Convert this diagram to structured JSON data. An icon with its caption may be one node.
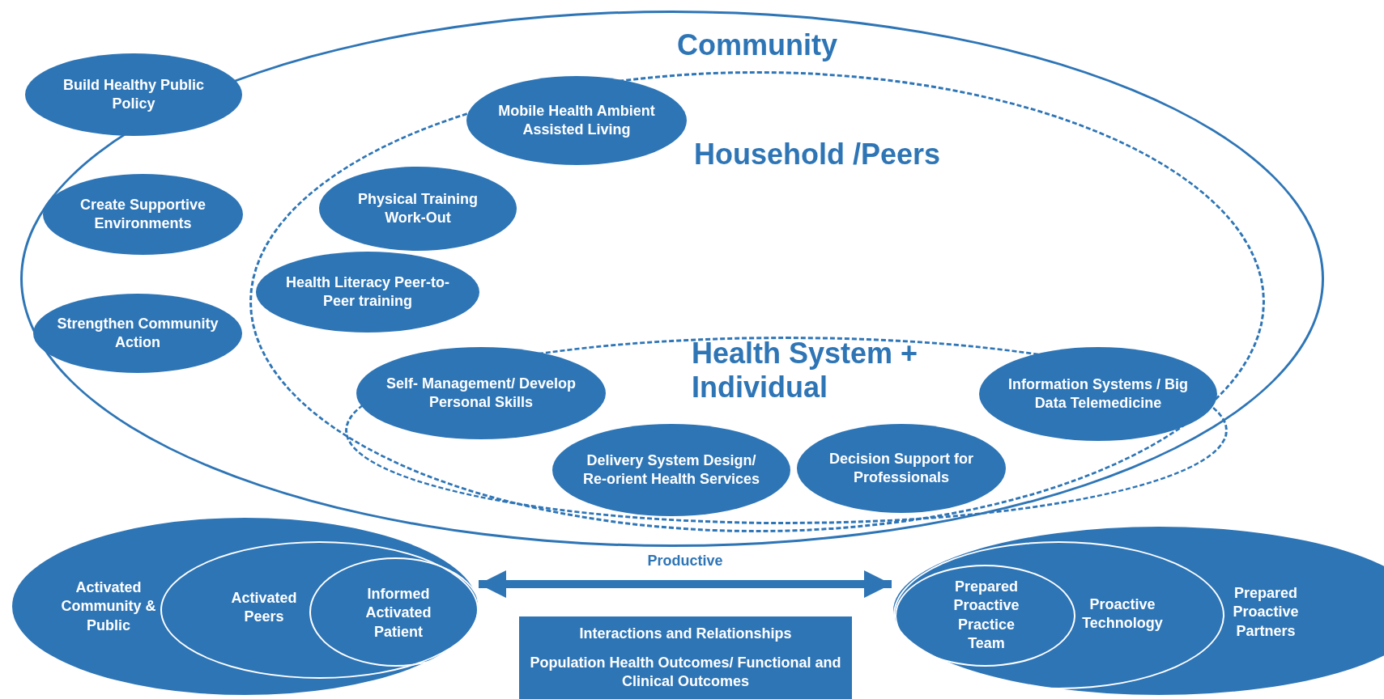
{
  "diagram": {
    "nodes": [
      {
        "text": [
          "Community"
        ]
      },
      {
        "text": [
          "Household /Peers"
        ],
        "in": 0
      },
      {
        "text": [
          "Health System + Individual"
        ],
        "in": 1
      },
      {
        "text": [
          "Build Healthy Public Policy"
        ],
        "in": 0
      },
      {
        "text": [
          "Mobile Health Ambient Assisted Living"
        ],
        "in": 1
      },
      {
        "text": [
          "Physical Training Work-Out"
        ],
        "in": 1
      },
      {
        "text": [
          "Create Supportive Environments"
        ],
        "in": 0
      },
      {
        "text": [
          "Health Literacy Peer-to-Peer training"
        ],
        "in": 1
      },
      {
        "text": [
          "Strengthen Community Action"
        ],
        "in": 0
      },
      {
        "text": [
          "Self- Management/ Develop Personal Skills"
        ],
        "in": 2
      },
      {
        "text": [
          "Delivery System Design/ Re-orient Health Services"
        ],
        "in": 2
      },
      {
        "text": [
          "Decision Support for Professionals"
        ],
        "in": 2
      },
      {
        "text": [
          "Information Systems / Big Data Telemedicine"
        ],
        "in": 2
      },
      {
        "text": [
          "Activated Community & Public"
        ]
      },
      {
        "text": [
          "Activated Peers"
        ],
        "in": 13
      },
      {
        "text": [
          "Informed Activated Patient"
        ],
        "in": 14
      },
      {
        "text": [
          "Interactions and Relationships",
          "Population Health Outcomes/ Functional and Clinical Outcomes"
        ]
      },
      {
        "text": [
          "Prepared Proactive Partners"
        ]
      },
      {
        "text": [
          "Proactive Technology"
        ],
        "in": 17
      },
      {
        "text": [
          "Prepared Proactive Practice Team"
        ],
        "in": 18
      }
    ],
    "edges": [
      {
        "from": 15,
        "to": 19,
        "arrow": "both",
        "label": "Productive"
      }
    ]
  }
}
